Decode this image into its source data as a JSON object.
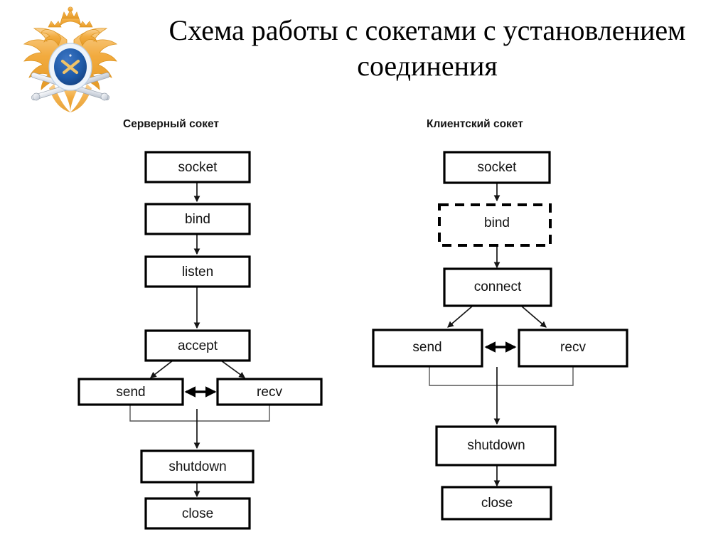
{
  "page": {
    "title": "Схема работы с сокетами с установлением соединения",
    "background_color": "#ffffff",
    "text_color": "#000000"
  },
  "emblem": {
    "name": "double-headed-eagle-emblem",
    "description": "Двуглавый орёл",
    "colors": {
      "wing_gold": "#f0a838",
      "wing_light": "#f8c877",
      "crown_gold": "#eeae4a",
      "medallion_blue": "#1b4f9c",
      "medallion_ring": "#e8f0fa",
      "tool_silver": "#d8dde4"
    }
  },
  "columns": [
    {
      "id": "server",
      "caption": "Серверный сокет",
      "nodes": [
        {
          "id": "srv-socket",
          "label": "socket",
          "style": "solid"
        },
        {
          "id": "srv-bind",
          "label": "bind",
          "style": "solid"
        },
        {
          "id": "srv-listen",
          "label": "listen",
          "style": "solid"
        },
        {
          "id": "srv-accept",
          "label": "accept",
          "style": "solid"
        },
        {
          "id": "srv-send",
          "label": "send",
          "style": "solid"
        },
        {
          "id": "srv-recv",
          "label": "recv",
          "style": "solid"
        },
        {
          "id": "srv-shutdown",
          "label": "shutdown",
          "style": "solid"
        },
        {
          "id": "srv-close",
          "label": "close",
          "style": "solid"
        }
      ],
      "edges": [
        {
          "from": "srv-socket",
          "to": "srv-bind",
          "kind": "arrow-down"
        },
        {
          "from": "srv-bind",
          "to": "srv-listen",
          "kind": "arrow-down"
        },
        {
          "from": "srv-listen",
          "to": "srv-accept",
          "kind": "arrow-down"
        },
        {
          "from": "srv-accept",
          "to": "srv-send",
          "kind": "arrow-diagonal-left"
        },
        {
          "from": "srv-accept",
          "to": "srv-recv",
          "kind": "arrow-diagonal-right"
        },
        {
          "from": "srv-send",
          "to": "srv-recv",
          "kind": "arrow-bidirectional"
        },
        {
          "from": "srv-send+srv-recv",
          "to": "srv-shutdown",
          "kind": "merge-arrow-down"
        },
        {
          "from": "srv-shutdown",
          "to": "srv-close",
          "kind": "arrow-down"
        }
      ]
    },
    {
      "id": "client",
      "caption": "Клиентский сокет",
      "nodes": [
        {
          "id": "cli-socket",
          "label": "socket",
          "style": "solid"
        },
        {
          "id": "cli-bind",
          "label": "bind",
          "style": "dashed"
        },
        {
          "id": "cli-connect",
          "label": "connect",
          "style": "solid"
        },
        {
          "id": "cli-send",
          "label": "send",
          "style": "solid"
        },
        {
          "id": "cli-recv",
          "label": "recv",
          "style": "solid"
        },
        {
          "id": "cli-shutdown",
          "label": "shutdown",
          "style": "solid"
        },
        {
          "id": "cli-close",
          "label": "close",
          "style": "solid"
        }
      ],
      "edges": [
        {
          "from": "cli-socket",
          "to": "cli-bind",
          "kind": "arrow-down"
        },
        {
          "from": "cli-bind",
          "to": "cli-connect",
          "kind": "arrow-down"
        },
        {
          "from": "cli-connect",
          "to": "cli-send",
          "kind": "arrow-diagonal-left"
        },
        {
          "from": "cli-connect",
          "to": "cli-recv",
          "kind": "arrow-diagonal-right"
        },
        {
          "from": "cli-send",
          "to": "cli-recv",
          "kind": "arrow-bidirectional"
        },
        {
          "from": "cli-send+cli-recv",
          "to": "cli-shutdown",
          "kind": "merge-arrow-down"
        },
        {
          "from": "cli-shutdown",
          "to": "cli-close",
          "kind": "arrow-down"
        }
      ]
    }
  ]
}
